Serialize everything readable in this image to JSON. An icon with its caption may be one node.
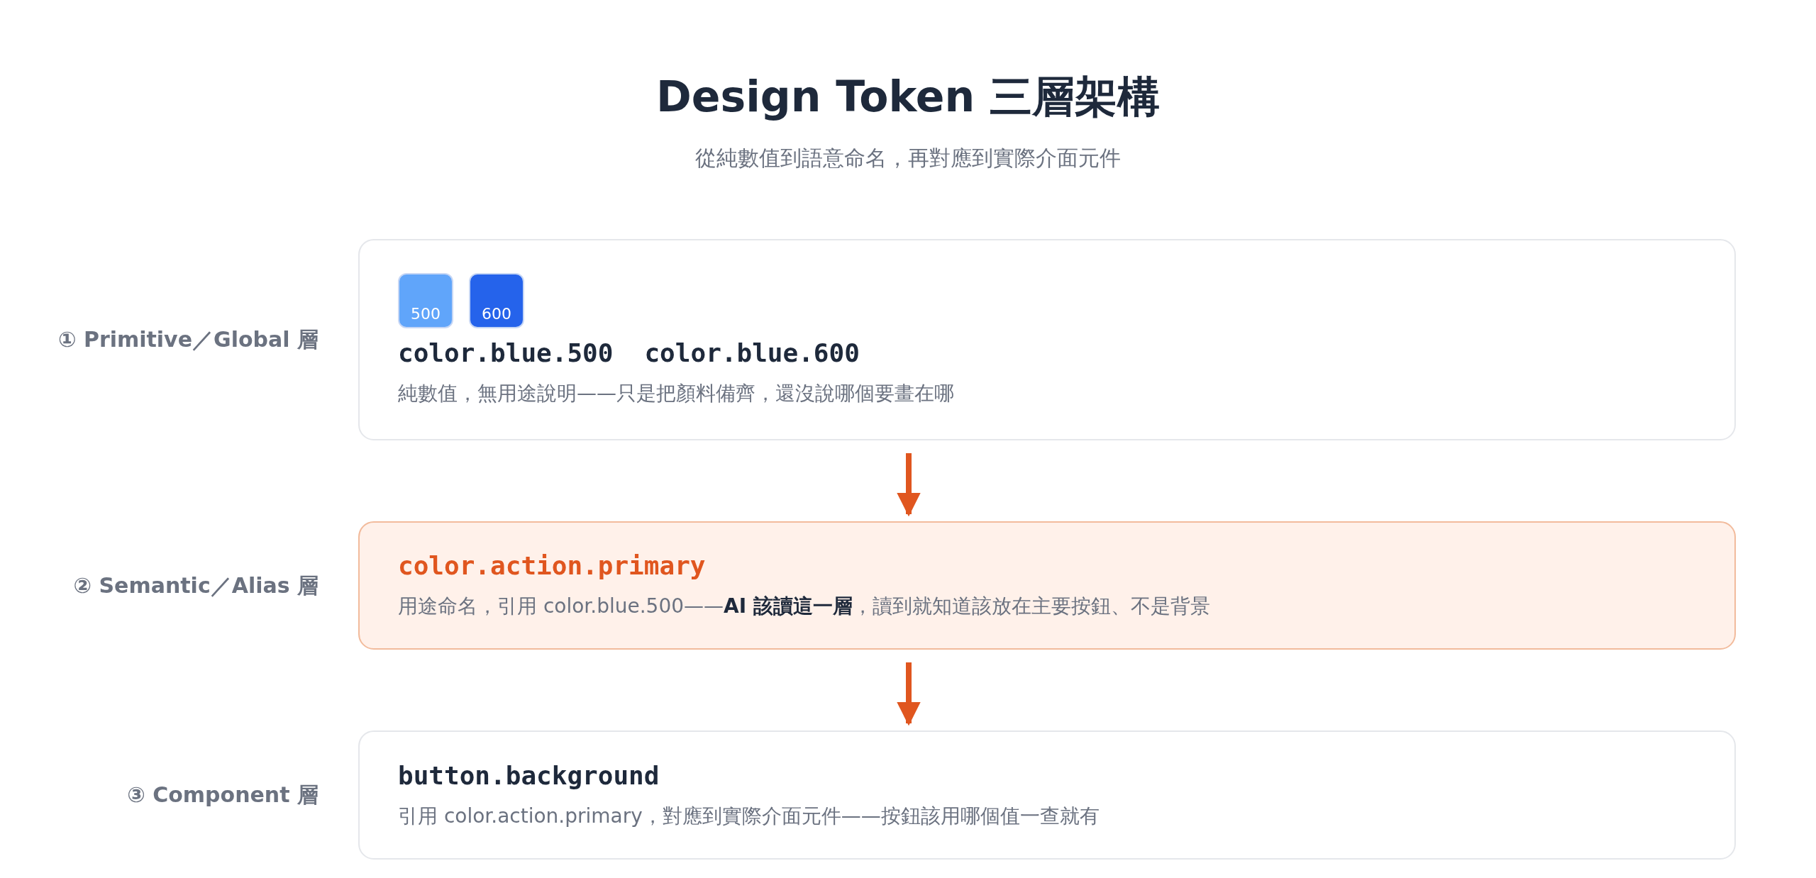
{
  "diagram": {
    "title": "Design Token 三層架構",
    "nodes": [
      {
        "text": [
          "color.blue.500",
          "color.blue.600",
          "純數值，無用途說明——只是把顏料備齊，還沒說哪個要畫在哪"
        ],
        "beside": [
          "① Primitive／Global 層"
        ]
      },
      {
        "text": [
          "500"
        ],
        "in": 0
      },
      {
        "text": [
          "600"
        ],
        "in": 0
      },
      {
        "text": [
          "color.action.primary",
          "用途命名，引用 color.blue.500——**AI 該讀這一層**，讀到就知道該放在主要按鈕、不是背景"
        ],
        "beside": [
          "② Semantic／Alias 層"
        ]
      },
      {
        "text": [
          "button.background",
          "引用 color.action.primary，對應到實際介面元件——按鈕該用哪個值一查就有"
        ],
        "beside": [
          "③ Component 層"
        ]
      }
    ],
    "edges": [
      {
        "from": 0,
        "to": 3,
        "arrow": "to"
      },
      {
        "from": 3,
        "to": 4,
        "arrow": "to"
      }
    ],
    "labels": [
      "從純數值到語意命名，再對應到實際介面元件"
    ]
  }
}
